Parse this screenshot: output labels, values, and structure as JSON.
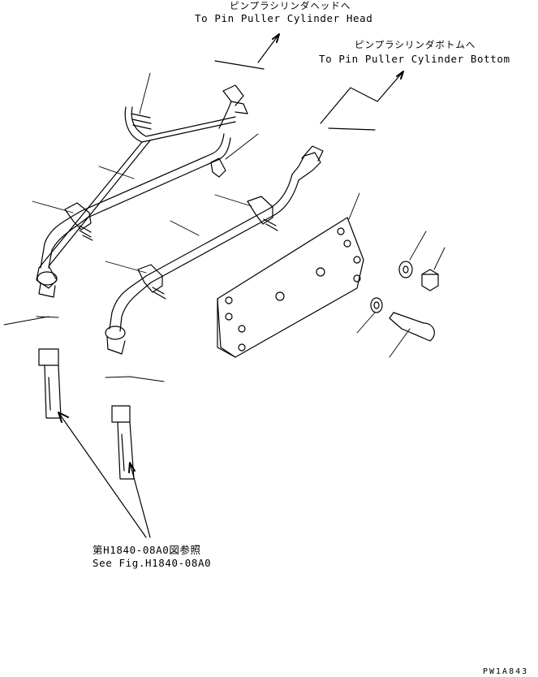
{
  "labels": {
    "head_jp": "ピンプラシリンダヘッドへ",
    "head_en": "To Pin Puller Cylinder Head",
    "bottom_jp": "ピンプラシリンダボトムへ",
    "bottom_en": "To Pin Puller Cylinder Bottom",
    "ref_jp": "第H1840-08A0図参照",
    "ref_en": "See Fig.H1840-08A0",
    "drawing_code": "PW1A843"
  },
  "colors": {
    "line": "#000000",
    "paper": "#ffffff"
  }
}
